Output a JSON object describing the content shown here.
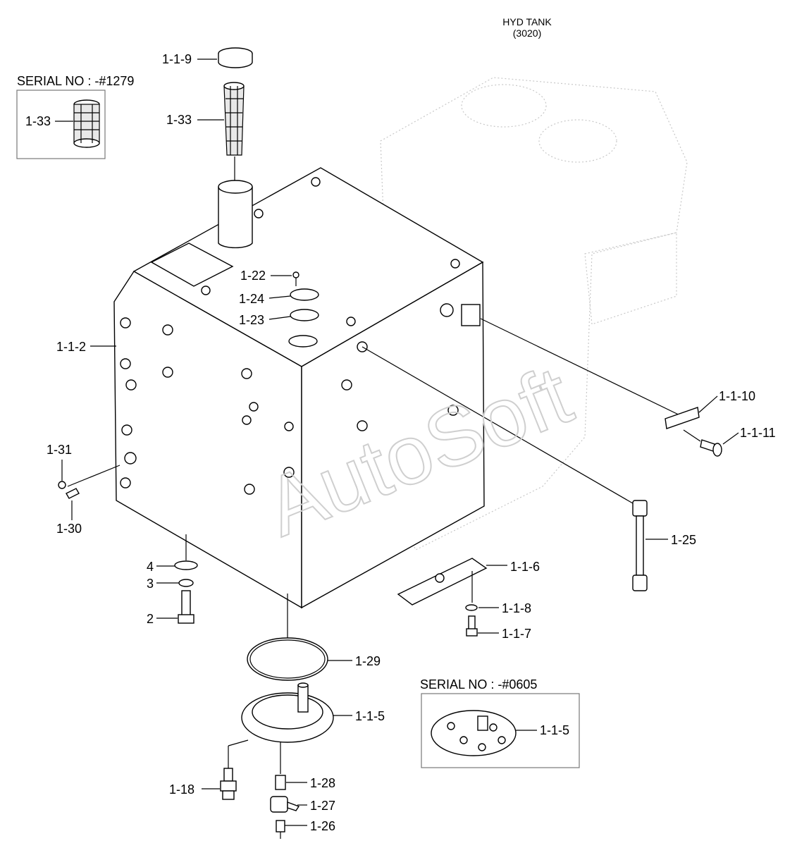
{
  "header": {
    "title": "HYD TANK",
    "code": "(3020)"
  },
  "watermark": "AutoSoft",
  "insets": [
    {
      "title": "SERIAL NO : -#1279",
      "label": "1-33"
    },
    {
      "title": "SERIAL NO : -#0605",
      "label": "1-1-5"
    }
  ],
  "labels": {
    "l_1_1_9": "1-1-9",
    "l_1_33": "1-33",
    "l_1_22": "1-22",
    "l_1_24": "1-24",
    "l_1_23": "1-23",
    "l_1_1_2": "1-1-2",
    "l_1_1_10": "1-1-10",
    "l_1_1_11": "1-1-11",
    "l_1_31": "1-31",
    "l_1_30": "1-30",
    "l_1_25": "1-25",
    "l_4": "4",
    "l_3": "3",
    "l_2": "2",
    "l_1_1_6": "1-1-6",
    "l_1_1_8": "1-1-8",
    "l_1_1_7": "1-1-7",
    "l_1_29": "1-29",
    "l_1_1_5": "1-1-5",
    "l_1_18": "1-18",
    "l_1_28": "1-28",
    "l_1_27": "1-27",
    "l_1_26": "1-26"
  }
}
